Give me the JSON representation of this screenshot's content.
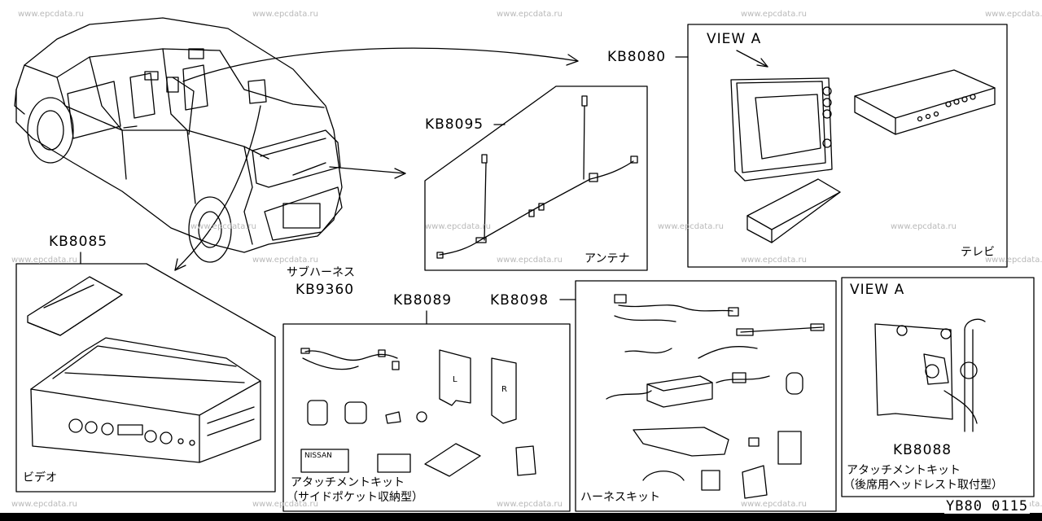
{
  "watermark": "www.epcdata.ru",
  "parts": {
    "view_a_top": "VIEW A",
    "kb8080": "KB8080",
    "kb8095": "KB8095",
    "kb8085": "KB8085",
    "kb8089": "KB8089",
    "kb8098": "KB8098",
    "kb8088": "KB8088",
    "view_a_right": "VIEW A",
    "sub_harness": "サブハーネス",
    "kb9360": "KB9360",
    "antenna": "アンテナ",
    "tv": "テレビ",
    "video": "ビデオ",
    "attach_kit_side_1": "アタッチメントキット",
    "attach_kit_side_2": "（サイドポケット収納型）",
    "harness_kit": "ハーネスキット",
    "attach_kit_head_1": "アタッチメントキット",
    "attach_kit_head_2": "（後席用ヘッドレスト取付型）",
    "bracket_l": "L",
    "bracket_r": "R",
    "label_nissan": "NISSAN"
  },
  "footer": {
    "code": "YB80 0115"
  }
}
